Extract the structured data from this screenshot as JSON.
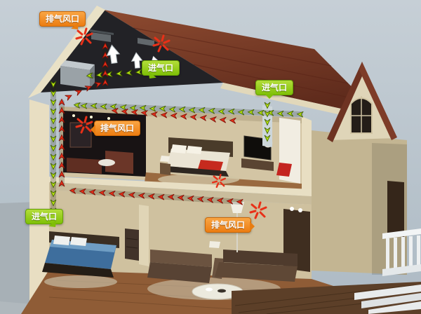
{
  "callouts": [
    {
      "text": "排气风口",
      "type": "exhaust"
    },
    {
      "text": "进气口",
      "type": "intake"
    },
    {
      "text": "进气口",
      "type": "intake"
    },
    {
      "text": "排气风口",
      "type": "exhaust"
    },
    {
      "text": "进气口",
      "type": "intake"
    },
    {
      "text": "排气风口",
      "type": "exhaust"
    }
  ],
  "colors": {
    "exhaust_label": "#ec7d12",
    "intake_label": "#7fc007",
    "intake_arrow": "#b9e312",
    "exhaust_arrow": "#e83018",
    "roof": "#7a3a26",
    "wall": "#d3c5a4",
    "sky": "#bcc7cf"
  },
  "icons": {
    "intake_airflow": "green-chevron-arrows",
    "exhaust_airflow": "red-chevron-arrows",
    "vent_outflow": "white-up-arrow"
  }
}
